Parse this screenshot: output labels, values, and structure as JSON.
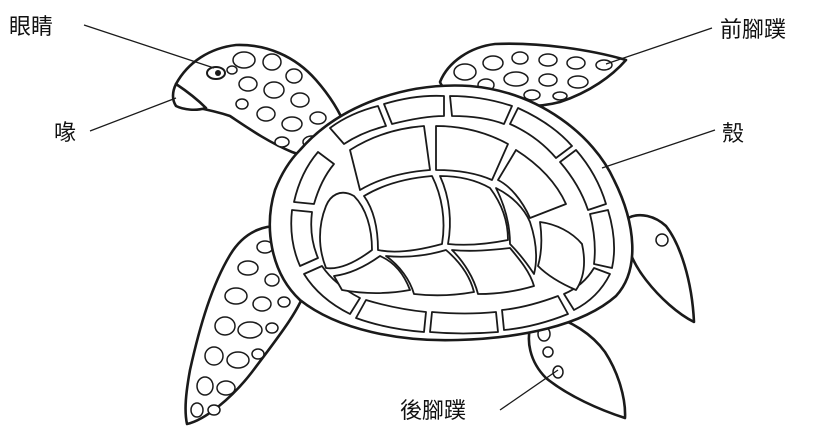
{
  "labels": {
    "eye": "眼睛",
    "beak": "喙",
    "front_flipper": "前腳蹼",
    "shell": "殼",
    "rear_flipper": "後腳蹼"
  },
  "colors": {
    "line": "#1a1a1a",
    "fill": "#ffffff",
    "text": "#111111"
  }
}
